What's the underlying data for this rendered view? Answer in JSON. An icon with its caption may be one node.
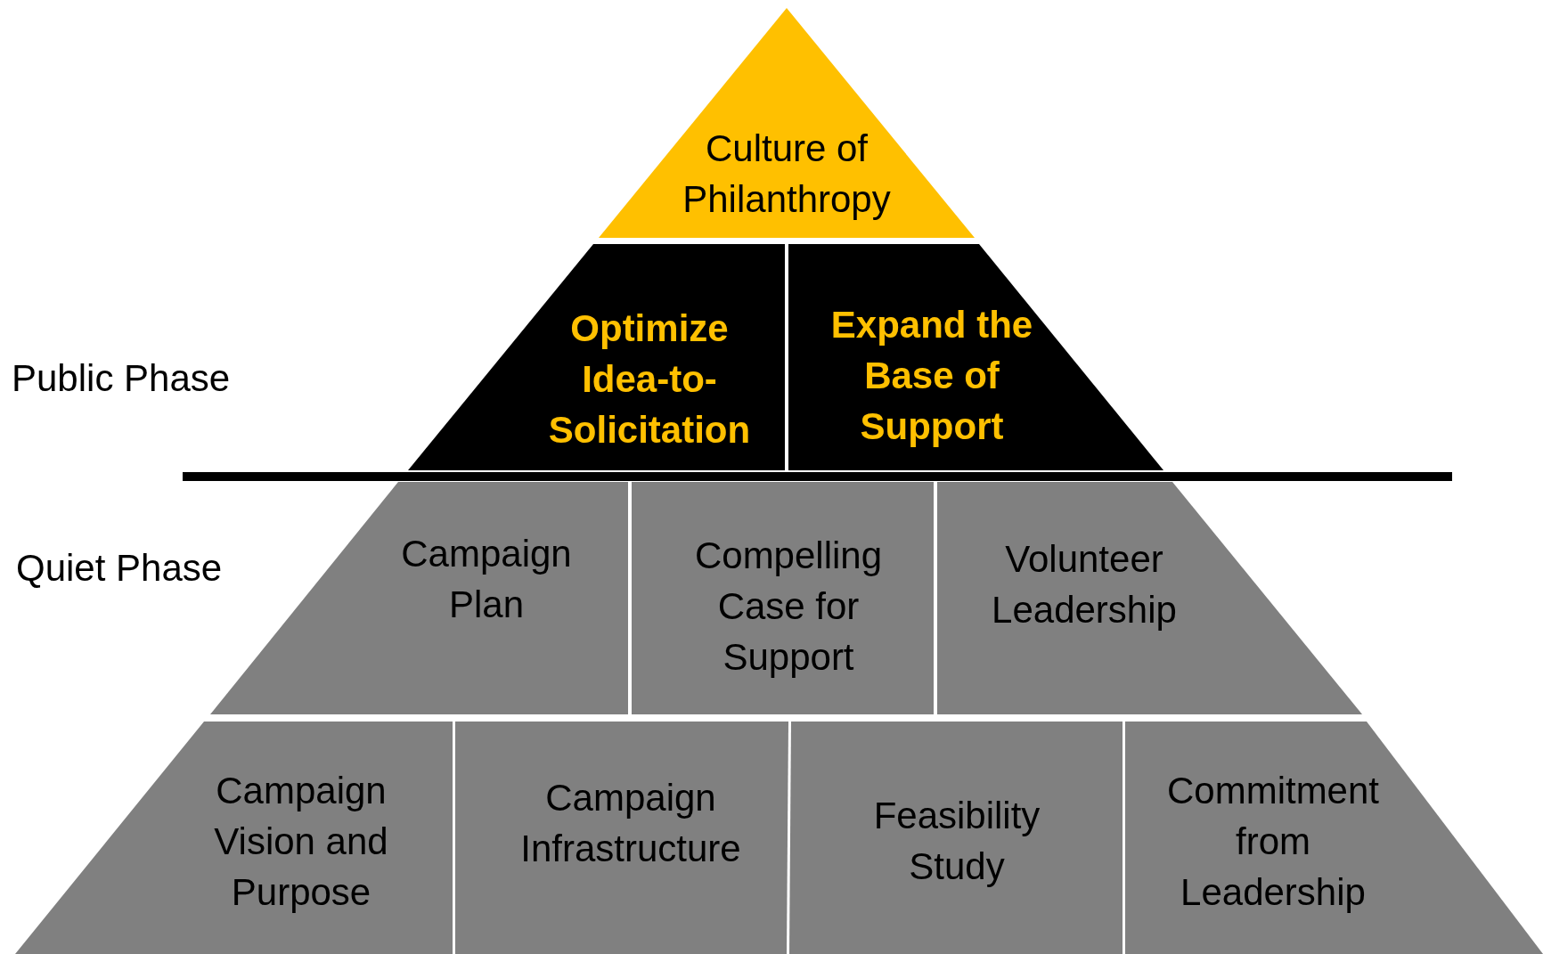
{
  "diagram": {
    "nodes": [
      {
        "text": [
          "Culture of Philanthropy"
        ]
      },
      {
        "text": [
          "Optimize Idea-to-Solicitation"
        ]
      },
      {
        "text": [
          "Expand the Base of Support"
        ]
      },
      {
        "text": [
          "Campaign Plan"
        ]
      },
      {
        "text": [
          "Compelling Case for Support"
        ]
      },
      {
        "text": [
          "Volunteer Leadership"
        ]
      },
      {
        "text": [
          "Campaign Vision and Purpose"
        ]
      },
      {
        "text": [
          "Campaign Infrastructure"
        ]
      },
      {
        "text": [
          "Feasibility Study"
        ]
      },
      {
        "text": [
          "Commitment from Leadership"
        ]
      }
    ],
    "labels": [
      "Public Phase",
      "Quiet Phase"
    ]
  }
}
